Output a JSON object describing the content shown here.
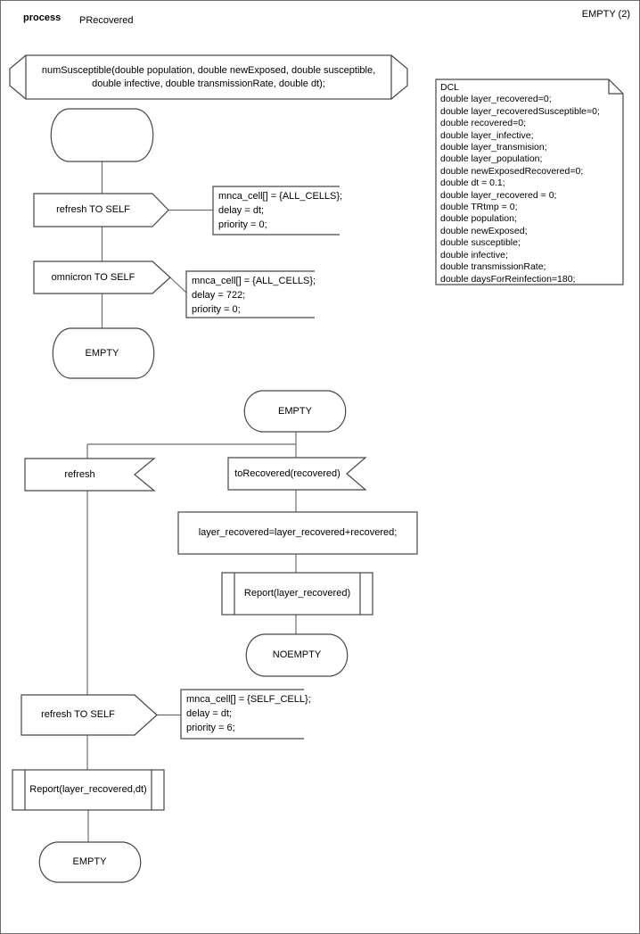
{
  "header": {
    "kind": "process",
    "name": "PRecovered",
    "page": "EMPTY (2)"
  },
  "signature": {
    "text": "numSusceptible(double population, double newExposed, double susceptible,\ndouble infective, double transmissionRate, double dt);"
  },
  "dcl": {
    "text": "DCL\ndouble layer_recovered=0;\ndouble layer_recoveredSusceptible=0;\ndouble recovered=0;\ndouble layer_infective;\ndouble layer_transmision;\ndouble layer_population;\ndouble newExposedRecovered=0;\ndouble dt = 0.1;\ndouble layer_recovered = 0;\ndouble TRtmp = 0;\ndouble population;\ndouble newExposed;\ndouble susceptible;\ndouble infective;\ndouble transmissionRate;\ndouble daysForReinfection=180;"
  },
  "nodes": {
    "output_refresh_1": "refresh TO SELF",
    "comment_refresh_1": "mnca_cell[] = {ALL_CELLS};\ndelay = dt;\npriority = 0;",
    "output_omnicron": "omnicron TO SELF",
    "comment_omnicron": "mnca_cell[] = {ALL_CELLS};\ndelay = 722;\npriority = 0;",
    "state_empty_1": "EMPTY",
    "state_empty_2": "EMPTY",
    "input_refresh": "refresh",
    "input_torecovered": "toRecovered(recovered)",
    "task_assign": "layer_recovered=layer_recovered+recovered;",
    "proc_report_1": "Report(layer_recovered)",
    "state_noempty": "NOEMPTY",
    "output_refresh_2": "refresh TO SELF",
    "comment_refresh_2": "mnca_cell[] = {SELF_CELL};\ndelay = dt;\npriority = 6;",
    "proc_report_2": "Report(layer_recovered,dt)",
    "state_empty_3": "EMPTY"
  },
  "colors": {
    "shape_line": "#474747",
    "connector_line": "#6e6e6e",
    "background": "#ffffff",
    "text": "#000000"
  }
}
